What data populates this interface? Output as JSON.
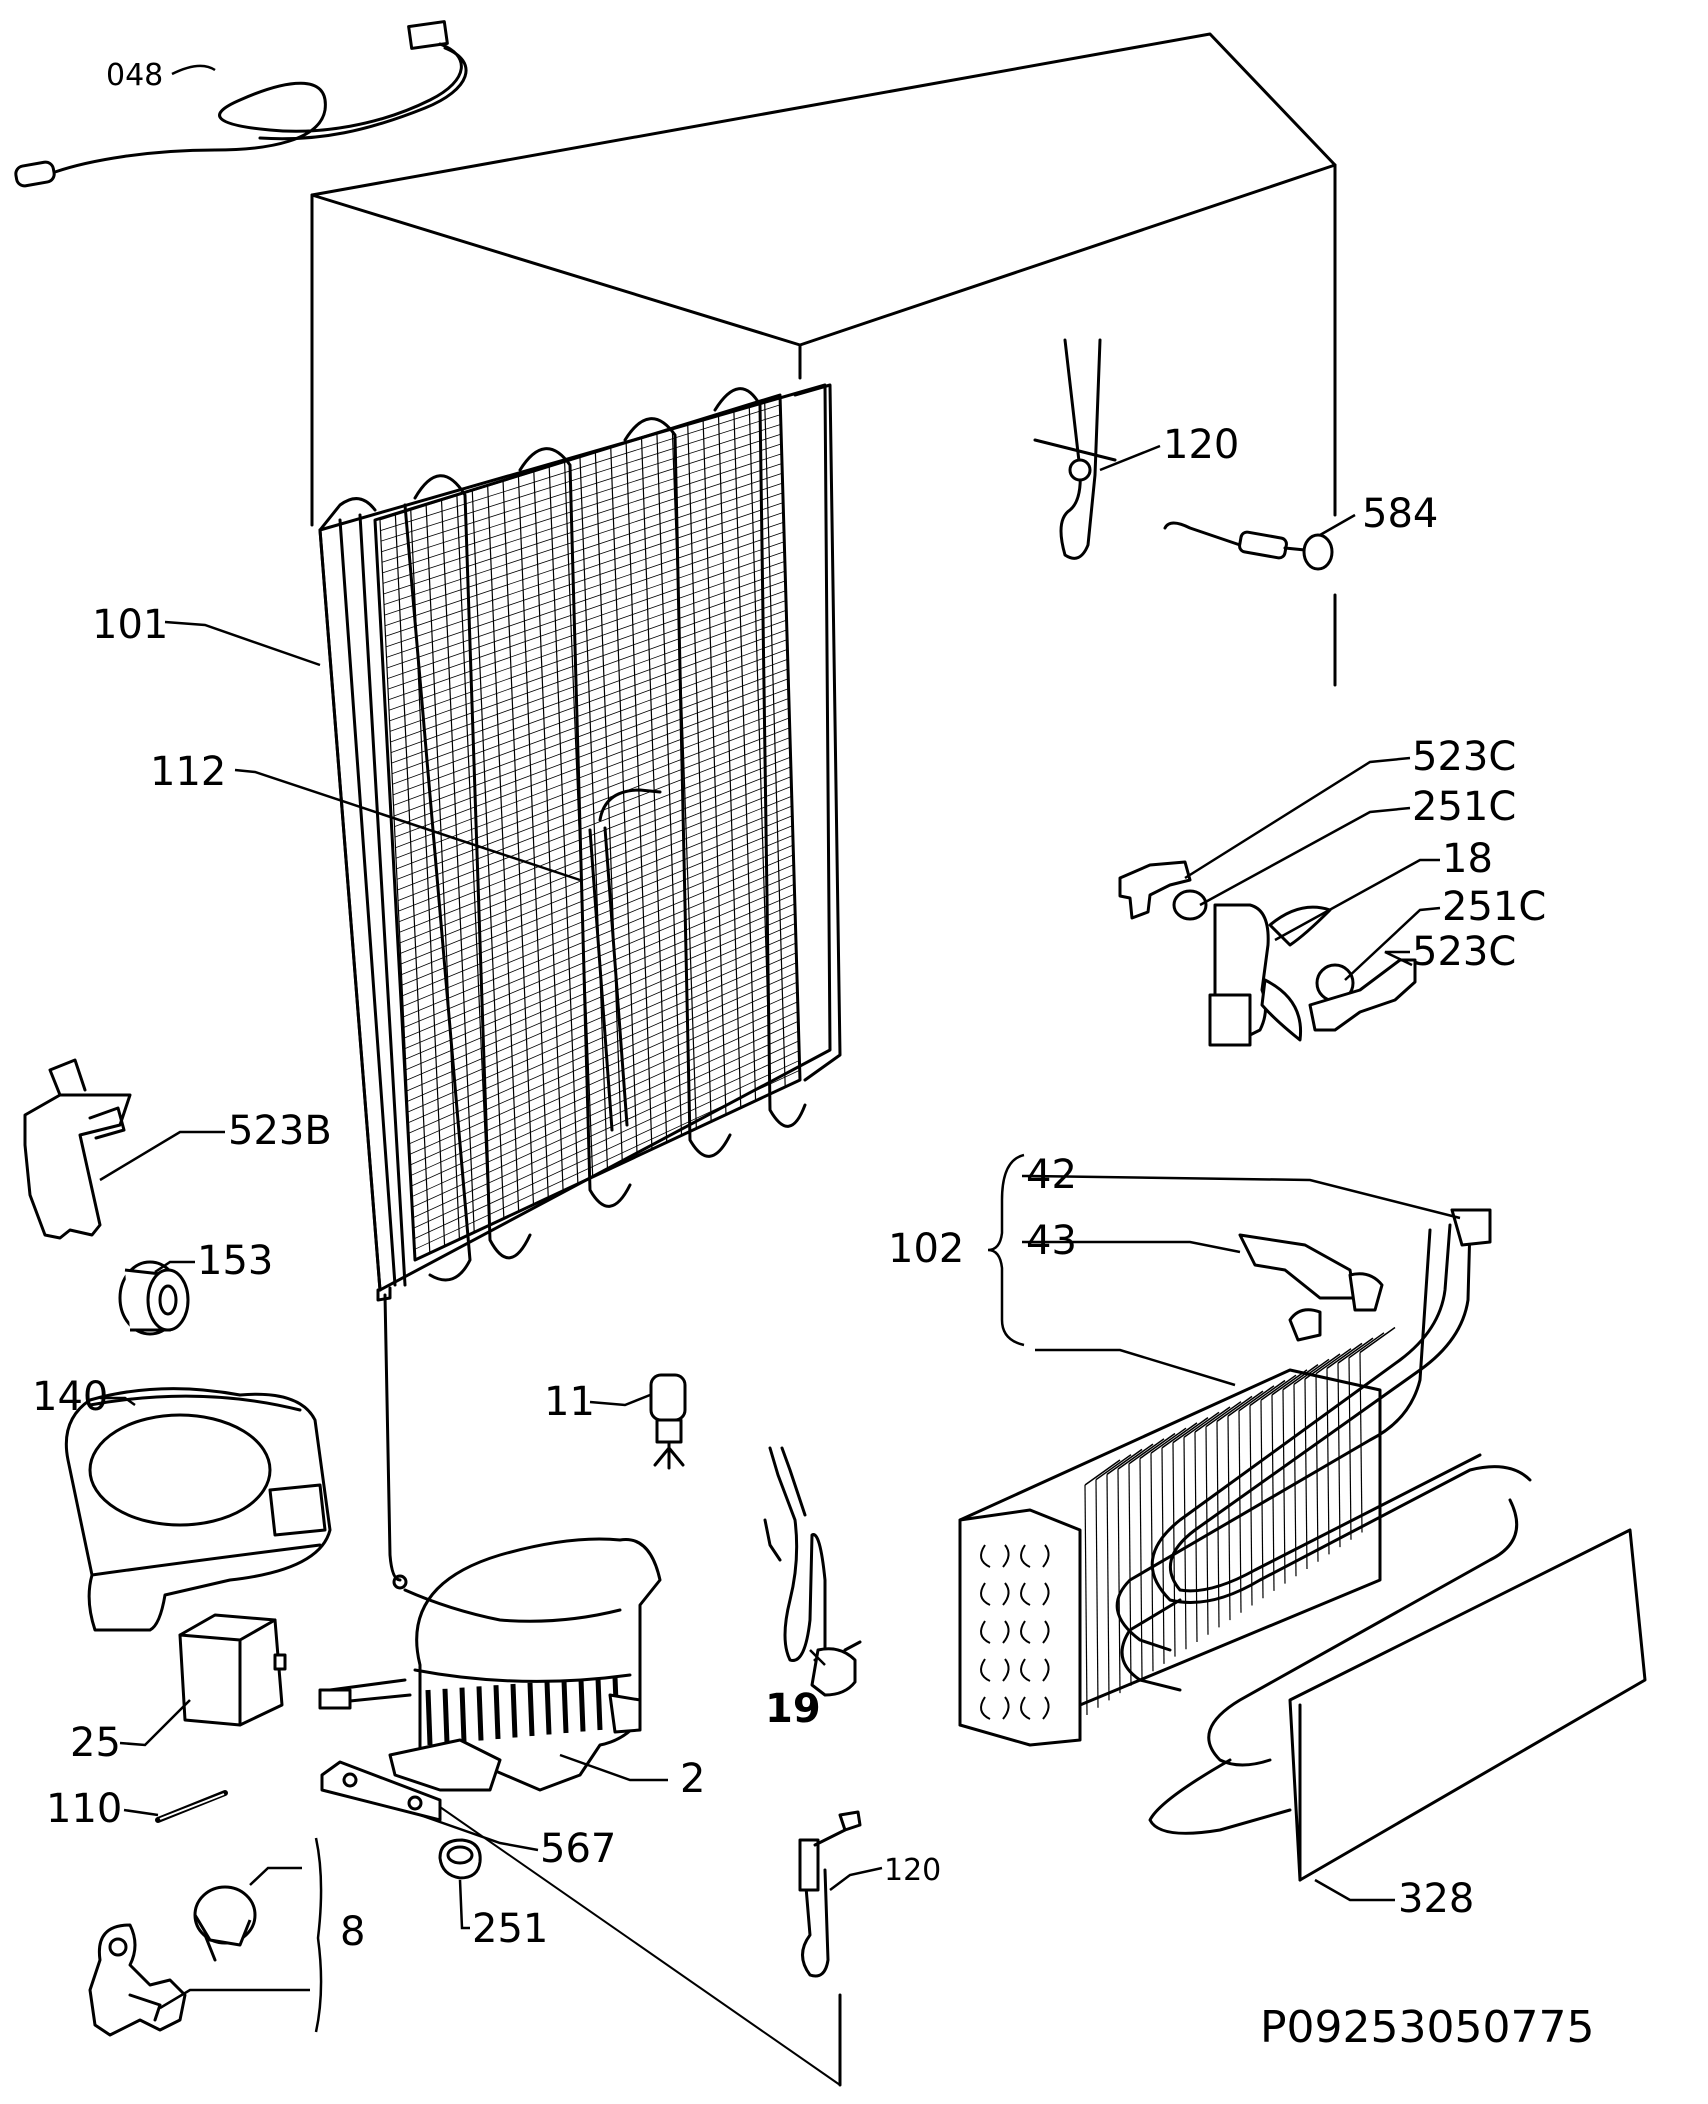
{
  "labels": {
    "p048": "048",
    "p101": "101",
    "p112": "112",
    "p120_top": "120",
    "p584": "584",
    "p523c_1": "523C",
    "p251c_1": "251C",
    "p18": "18",
    "p251c_2": "251C",
    "p523c_2": "523C",
    "p523b": "523B",
    "p153": "153",
    "p140": "140",
    "p11": "11",
    "p42": "42",
    "p43": "43",
    "p102": "102",
    "p19": "19",
    "p25": "25",
    "p2": "2",
    "p110": "110",
    "p567": "567",
    "p8": "8",
    "p251": "251",
    "p120_bottom": "120",
    "p328": "328"
  },
  "drawing_code": "P09253050775",
  "colors": {
    "line": "#000000",
    "background": "#ffffff"
  }
}
